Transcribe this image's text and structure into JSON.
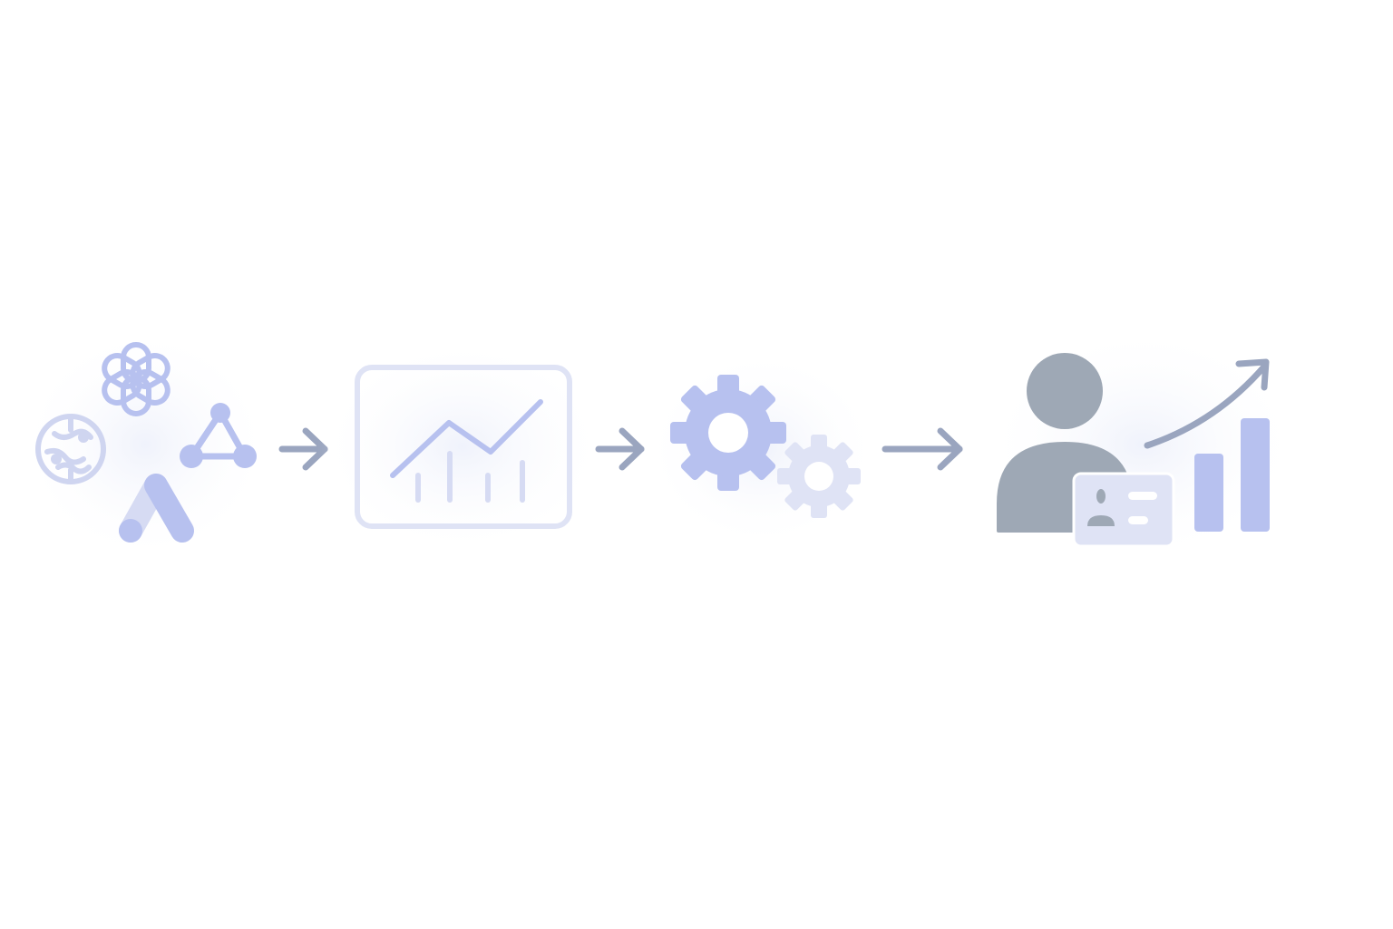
{
  "diagram": {
    "type": "flow",
    "direction": "left-to-right",
    "colors": {
      "accent": "#b7c1ef",
      "accent_light": "#dfe3f5",
      "arrow": "#9aa5bf",
      "person": "#9ea8b5",
      "card_detail": "#ffffff"
    },
    "steps": [
      {
        "id": "sources",
        "icons": [
          "brain-circuit-icon",
          "openai-logo-icon",
          "triangle-nodes-icon",
          "google-ads-logo-icon"
        ]
      },
      {
        "id": "analytics",
        "icons": [
          "line-chart-dashboard-icon"
        ]
      },
      {
        "id": "automation",
        "icons": [
          "large-gear-icon",
          "small-gear-icon"
        ]
      },
      {
        "id": "results",
        "icons": [
          "person-icon",
          "id-card-icon",
          "growth-bars-icon",
          "trend-arrow-icon"
        ]
      }
    ],
    "connectors": [
      "arrow",
      "arrow",
      "arrow"
    ]
  }
}
